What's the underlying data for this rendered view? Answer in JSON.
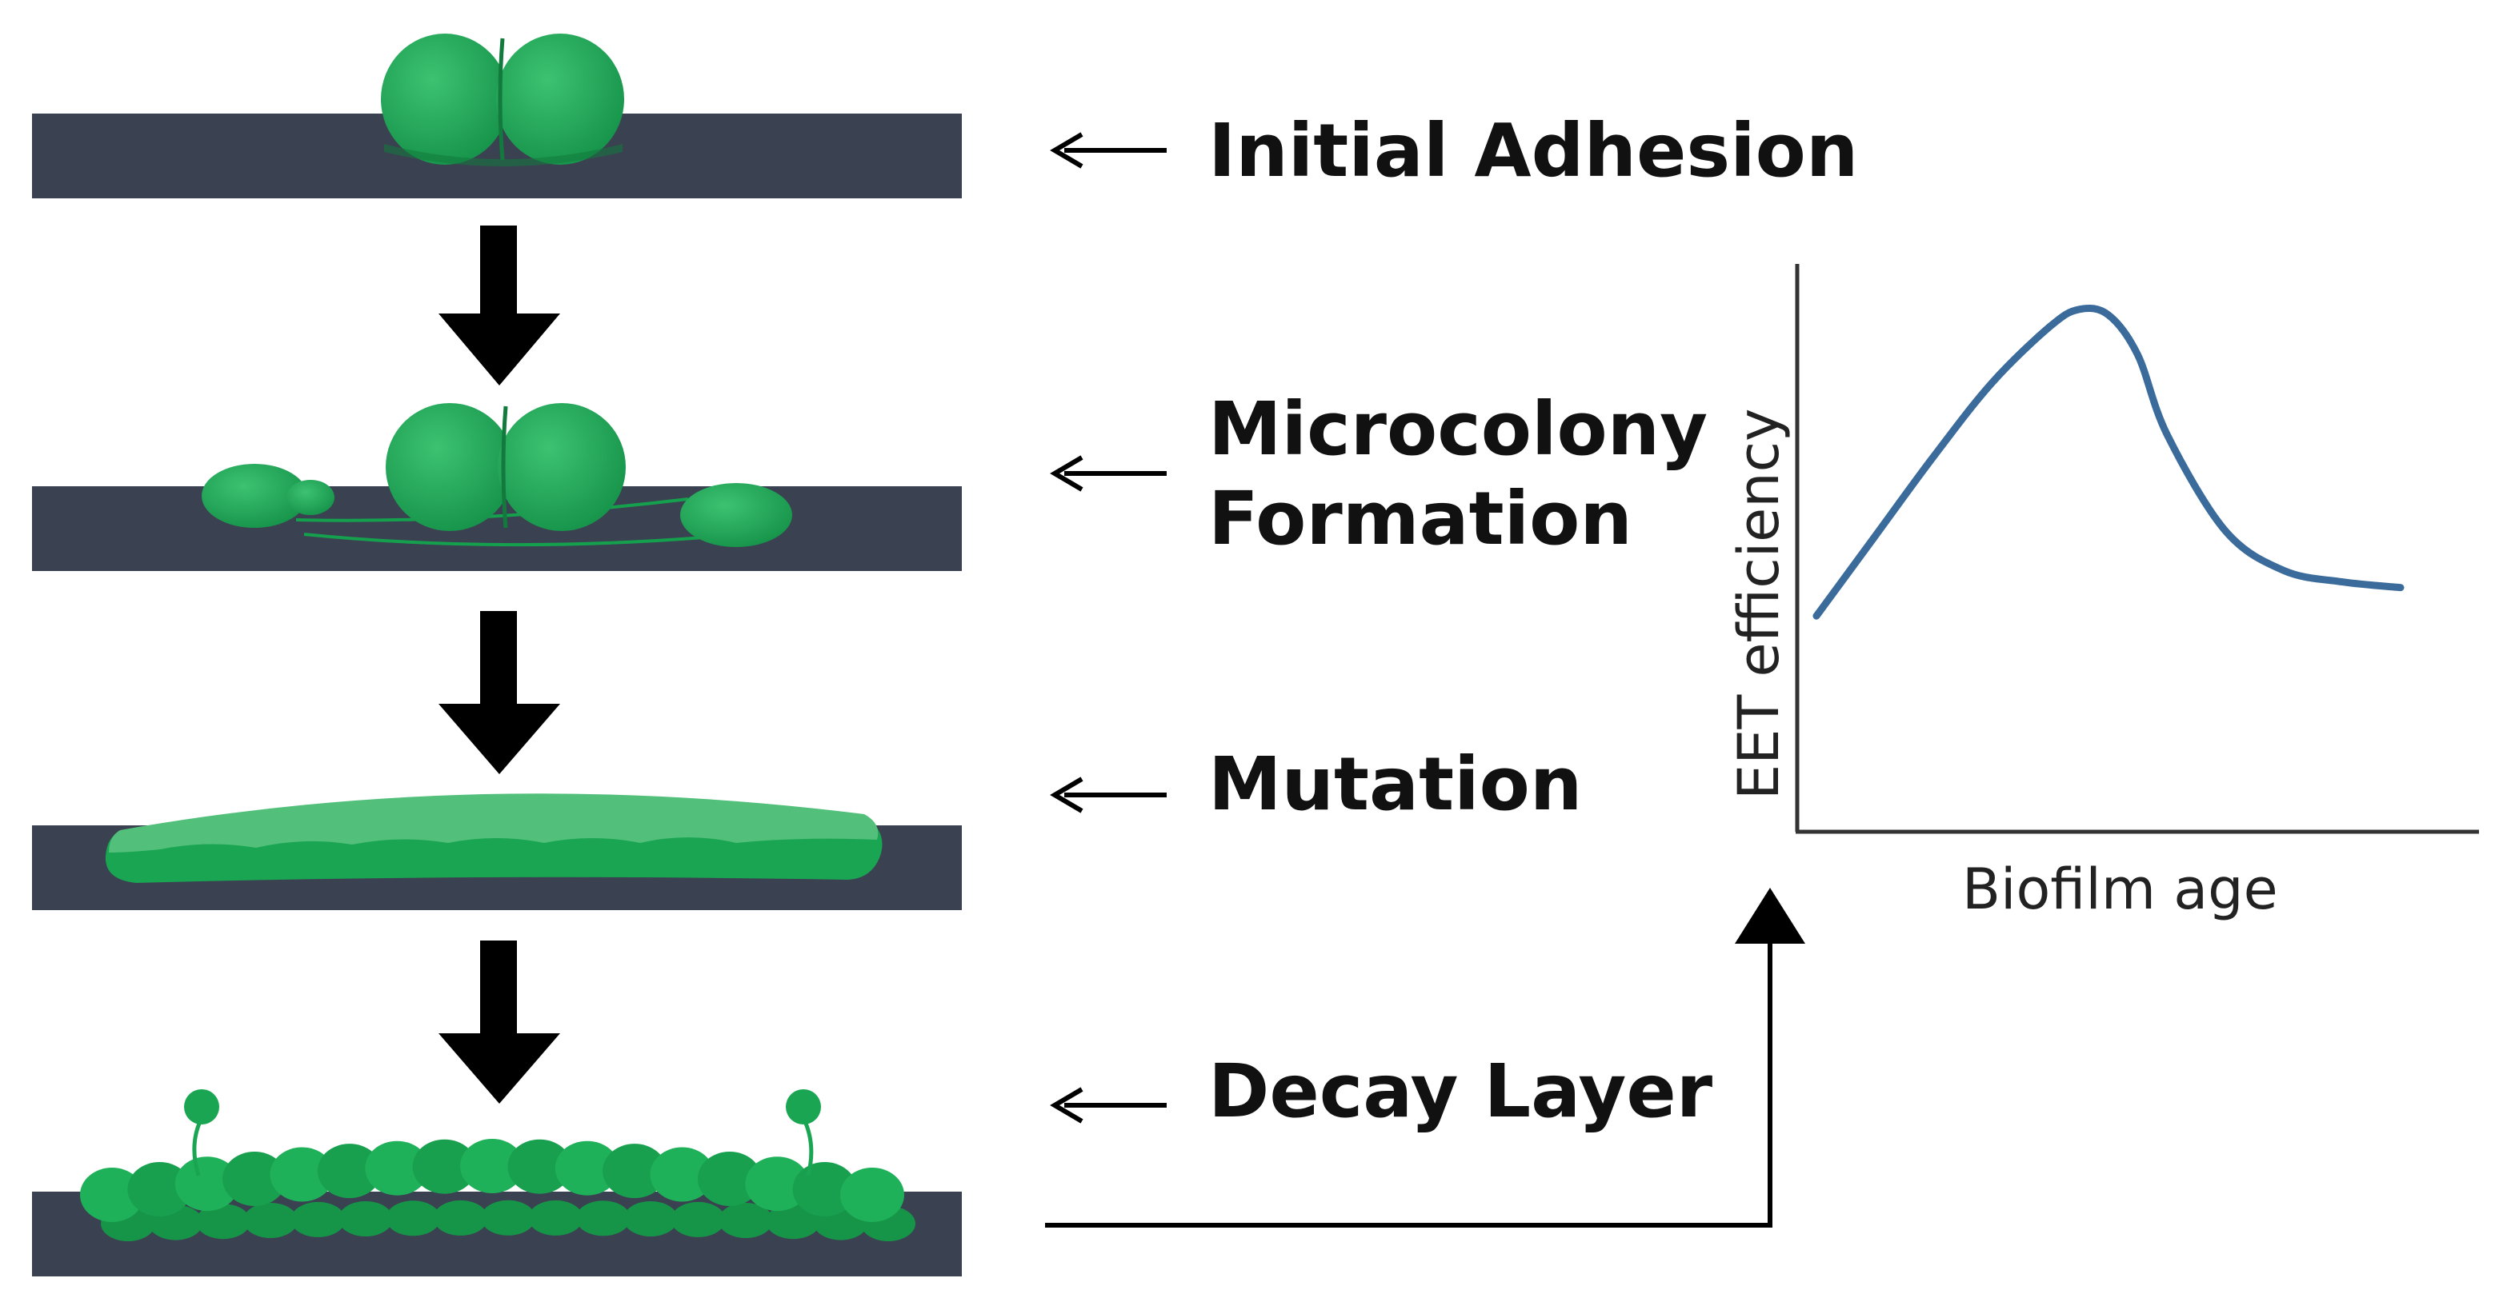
{
  "stages": [
    {
      "id": "initial-adhesion",
      "label_lines": [
        "Initial Adhesion"
      ]
    },
    {
      "id": "microcolony-formation",
      "label_lines": [
        "Microcolony",
        "Formation"
      ]
    },
    {
      "id": "mutation",
      "label_lines": [
        "Mutation"
      ]
    },
    {
      "id": "decay-layer",
      "label_lines": [
        "Decay Layer"
      ]
    }
  ],
  "colors": {
    "substrate": "#3a4150",
    "biofilm": "#1aa552",
    "biofilm_light": "#52c07a",
    "arrow": "#000000",
    "curve": "#3a6b9a",
    "axis": "#333333"
  },
  "chart_data": {
    "type": "line",
    "title": "",
    "xlabel": "Biofilm age",
    "ylabel": "EET efficiency",
    "x_ticks": false,
    "y_ticks": false,
    "grid": false,
    "series": [
      {
        "shape": "rise-peak-decline",
        "x": [
          0.0,
          0.1,
          0.2,
          0.3,
          0.4,
          0.45,
          0.5,
          0.55,
          0.6,
          0.7,
          0.8,
          0.9,
          1.0
        ],
        "y": [
          0.38,
          0.52,
          0.66,
          0.79,
          0.89,
          0.92,
          0.91,
          0.84,
          0.7,
          0.53,
          0.46,
          0.44,
          0.43
        ]
      }
    ]
  }
}
